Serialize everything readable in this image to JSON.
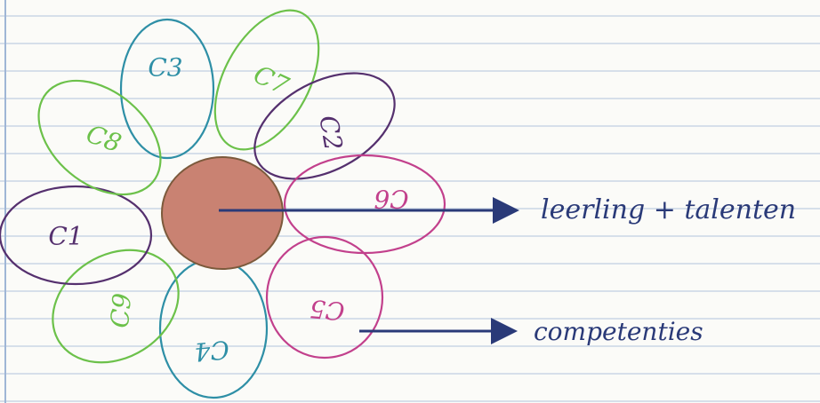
{
  "colors": {
    "paper": "#fbfbf8",
    "rule_line": "#c9d6e6",
    "margin_line": "#9fb6d6",
    "ink": "#2a3a78",
    "center": "#c98272",
    "green": "#6cc14a",
    "teal": "#2e8fa6",
    "purple": "#55306e",
    "pink": "#c2408c"
  },
  "flower": {
    "petals": [
      {
        "label": "C3",
        "color": "teal",
        "icon": "petal"
      },
      {
        "label": "C7",
        "color": "green",
        "icon": "petal"
      },
      {
        "label": "C2",
        "color": "purple",
        "icon": "petal"
      },
      {
        "label": "C6",
        "color": "pink",
        "icon": "petal"
      },
      {
        "label": "C5",
        "color": "pink",
        "icon": "petal"
      },
      {
        "label": "C4",
        "color": "teal",
        "icon": "petal"
      },
      {
        "label": "C9",
        "color": "green",
        "icon": "petal"
      },
      {
        "label": "C1",
        "color": "purple",
        "icon": "petal"
      },
      {
        "label": "C8",
        "color": "green",
        "icon": "petal"
      }
    ]
  },
  "annotations": {
    "center_label": "leerling + talenten",
    "petal_label": "competenties"
  }
}
